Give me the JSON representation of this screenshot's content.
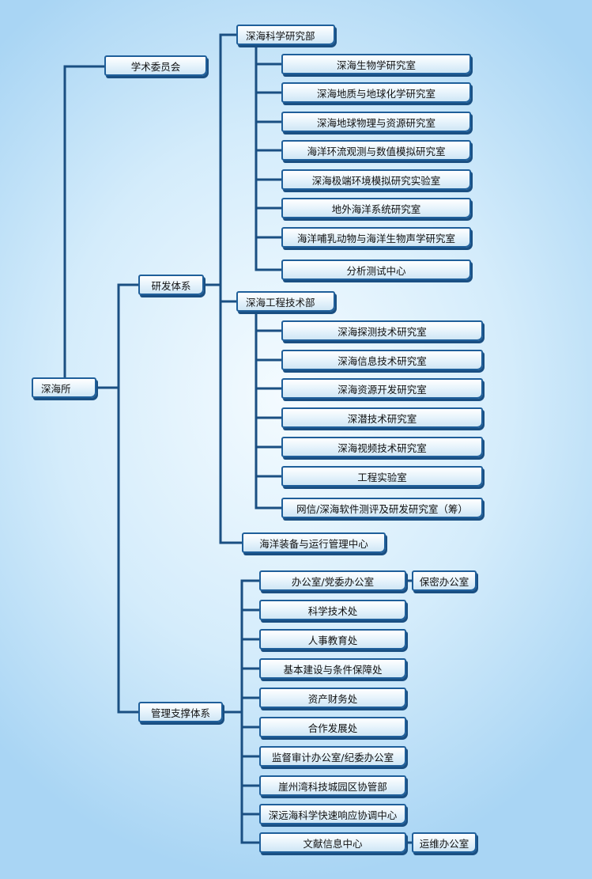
{
  "root": "深海所",
  "academic": "学术委员会",
  "rd": {
    "label": "研发体系",
    "science": {
      "label": "深海科学研究部",
      "labs": [
        "深海生物学研究室",
        "深海地质与地球化学研究室",
        "深海地球物理与资源研究室",
        "海洋环流观测与数值模拟研究室",
        "深海极端环境模拟研究实验室",
        "地外海洋系统研究室",
        "海洋哺乳动物与海洋生物声学研究室",
        "分析测试中心"
      ]
    },
    "engineering": {
      "label": "深海工程技术部",
      "labs": [
        "深海探测技术研究室",
        "深海信息技术研究室",
        "深海资源开发研究室",
        "深潜技术研究室",
        "深海视频技术研究室",
        "工程实验室",
        "网信/深海软件测评及研发研究室（筹）"
      ]
    },
    "equipment": "海洋装备与运行管理中心"
  },
  "mgmt": {
    "label": "管理支撑体系",
    "items": [
      "办公室/党委办公室",
      "科学技术处",
      "人事教育处",
      "基本建设与条件保障处",
      "资产财务处",
      "合作发展处",
      "监督审计办公室/纪委办公室",
      "崖州湾科技城园区协管部",
      "深远海科学快速响应协调中心",
      "文献信息中心"
    ],
    "sub_office": "保密办公室",
    "sub_lit": "运维办公室"
  }
}
